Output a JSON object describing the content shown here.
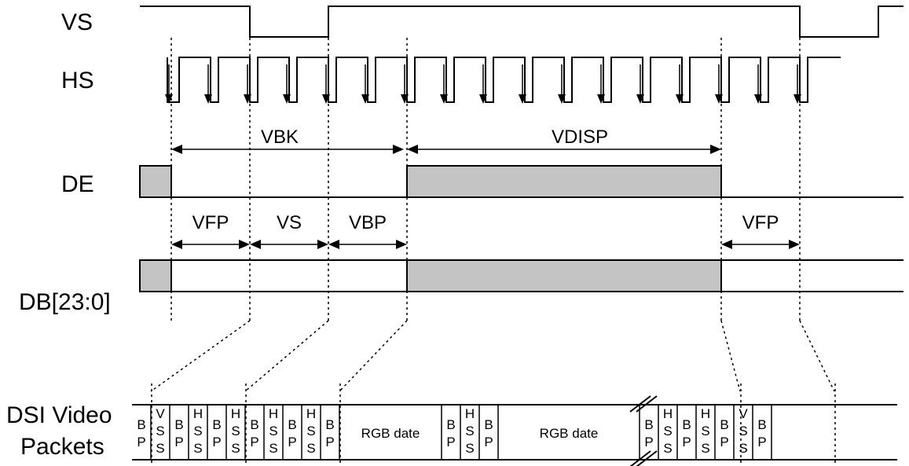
{
  "signals": {
    "vs": "VS",
    "hs": "HS",
    "de": "DE",
    "db": "DB[23:0]",
    "dsi_line1": "DSI Video",
    "dsi_line2": "Packets"
  },
  "spans": {
    "vbk": "VBK",
    "vdisp": "VDISP",
    "vfp": "VFP",
    "vs": "VS",
    "vbp": "VBP",
    "vfp2": "VFP"
  },
  "packets": [
    {
      "kind": "BP"
    },
    {
      "kind": "VSS"
    },
    {
      "kind": "BP"
    },
    {
      "kind": "HSS"
    },
    {
      "kind": "BP"
    },
    {
      "kind": "HSS"
    },
    {
      "kind": "BP"
    },
    {
      "kind": "HSS"
    },
    {
      "kind": "BP"
    },
    {
      "kind": "HSS"
    },
    {
      "kind": "BP"
    },
    {
      "kind": "RGB",
      "label": "RGB date"
    },
    {
      "kind": "BP"
    },
    {
      "kind": "HSS"
    },
    {
      "kind": "BP"
    },
    {
      "kind": "RGB",
      "label": "RGB date"
    },
    {
      "kind": "BP"
    },
    {
      "kind": "HSS"
    },
    {
      "kind": "BP"
    },
    {
      "kind": "HSS"
    },
    {
      "kind": "BP"
    },
    {
      "kind": "VSS"
    },
    {
      "kind": "BP"
    }
  ]
}
